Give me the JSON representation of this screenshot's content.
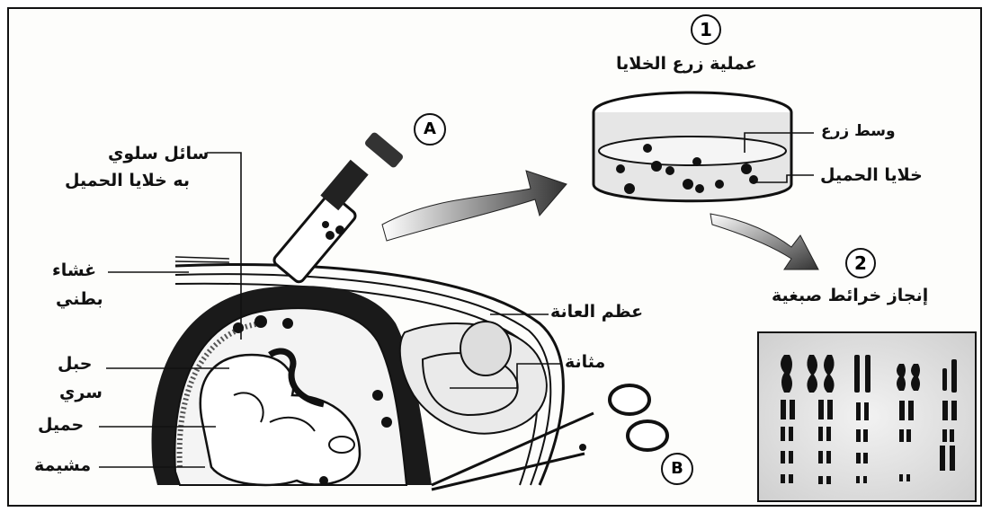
{
  "steps": {
    "step1": {
      "number": "1",
      "title": "عملية زرع الخلايا"
    },
    "step2": {
      "number": "2",
      "title": "إنجاز خرائط صبغية"
    }
  },
  "markers": {
    "a": "A",
    "b": "B"
  },
  "labels": {
    "amniotic_fluid_line1": "سائل سلوي",
    "amniotic_fluid_line2": "به خلايا الحميل",
    "peritoneum_line1": "غشاء",
    "peritoneum_line2": "بطني",
    "umbilical_cord_line1": "حبل",
    "umbilical_cord_line2": "سري",
    "fetus": "حميل",
    "placenta": "مشيمة",
    "pubic_bone": "عظم العانة",
    "bladder": "مثانة",
    "culture_medium": "وسط زرع",
    "fetal_cells": "خلايا الحميل"
  }
}
